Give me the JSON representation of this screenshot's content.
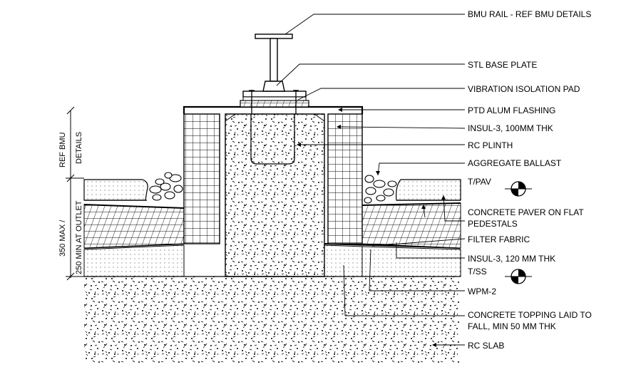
{
  "drawing": {
    "labels": {
      "bmu_rail": "BMU RAIL - REF BMU DETAILS",
      "stl_base_plate": "STL BASE PLATE",
      "vibration_pad": "VIBRATION ISOLATION PAD",
      "ptd_alum_flashing": "PTD ALUM FLASHING",
      "insul_100": "INSUL-3, 100MM THK",
      "rc_plinth": "RC PLINTH",
      "aggregate_ballast": "AGGREGATE BALLAST",
      "t_pav": "T/PAV",
      "concrete_paver_1": "CONCRETE PAVER ON FLAT",
      "concrete_paver_2": "PEDESTALS",
      "filter_fabric": "FILTER FABRIC",
      "insul_120": "INSUL-3, 120 MM THK",
      "t_ss": "T/SS",
      "wpm_2": "WPM-2",
      "concrete_topping_1": "CONCRETE TOPPING LAID TO",
      "concrete_topping_2": "FALL, MIN 50 MM THK",
      "rc_slab": "RC SLAB"
    },
    "dimensions": {
      "ref_bmu_1": "REF BMU",
      "ref_bmu_2": "DETAILS",
      "height_1": "350 MAX /",
      "height_2": "250 MIN AT OUTLET"
    }
  }
}
